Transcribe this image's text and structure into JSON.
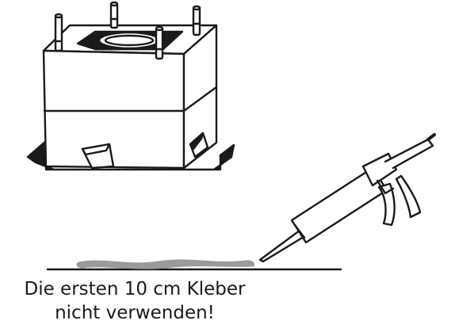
{
  "caption": {
    "line1": "Die ersten 10 cm Kleber",
    "line2": "nicht verwenden!"
  },
  "colors": {
    "ink": "#1a1a1a",
    "adhesive": "#9a9a9a",
    "background": "#ffffff"
  },
  "icons": {
    "unit": "box-unit-illustration",
    "gun": "caulking-gun-icon",
    "bead": "adhesive-bead"
  }
}
